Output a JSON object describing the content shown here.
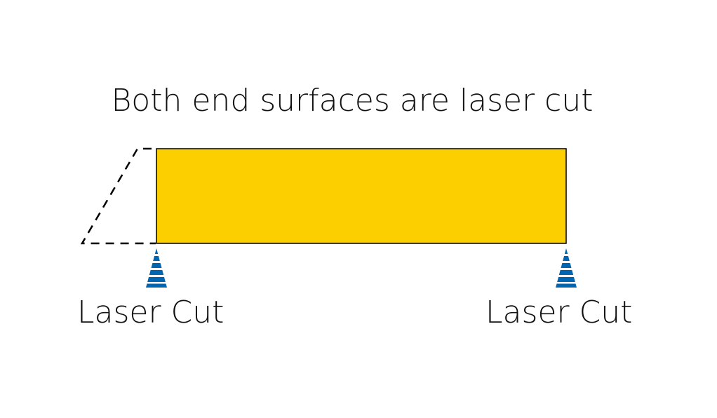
{
  "title": "Both end surfaces are laser cut",
  "labels": {
    "left": "Laser Cut",
    "right": "Laser Cut"
  },
  "colors": {
    "bar_fill": "#FCD000",
    "laser": "#0066B3",
    "outline": "#000000"
  },
  "icons": [
    "laser-beam-icon",
    "laser-beam-icon"
  ]
}
